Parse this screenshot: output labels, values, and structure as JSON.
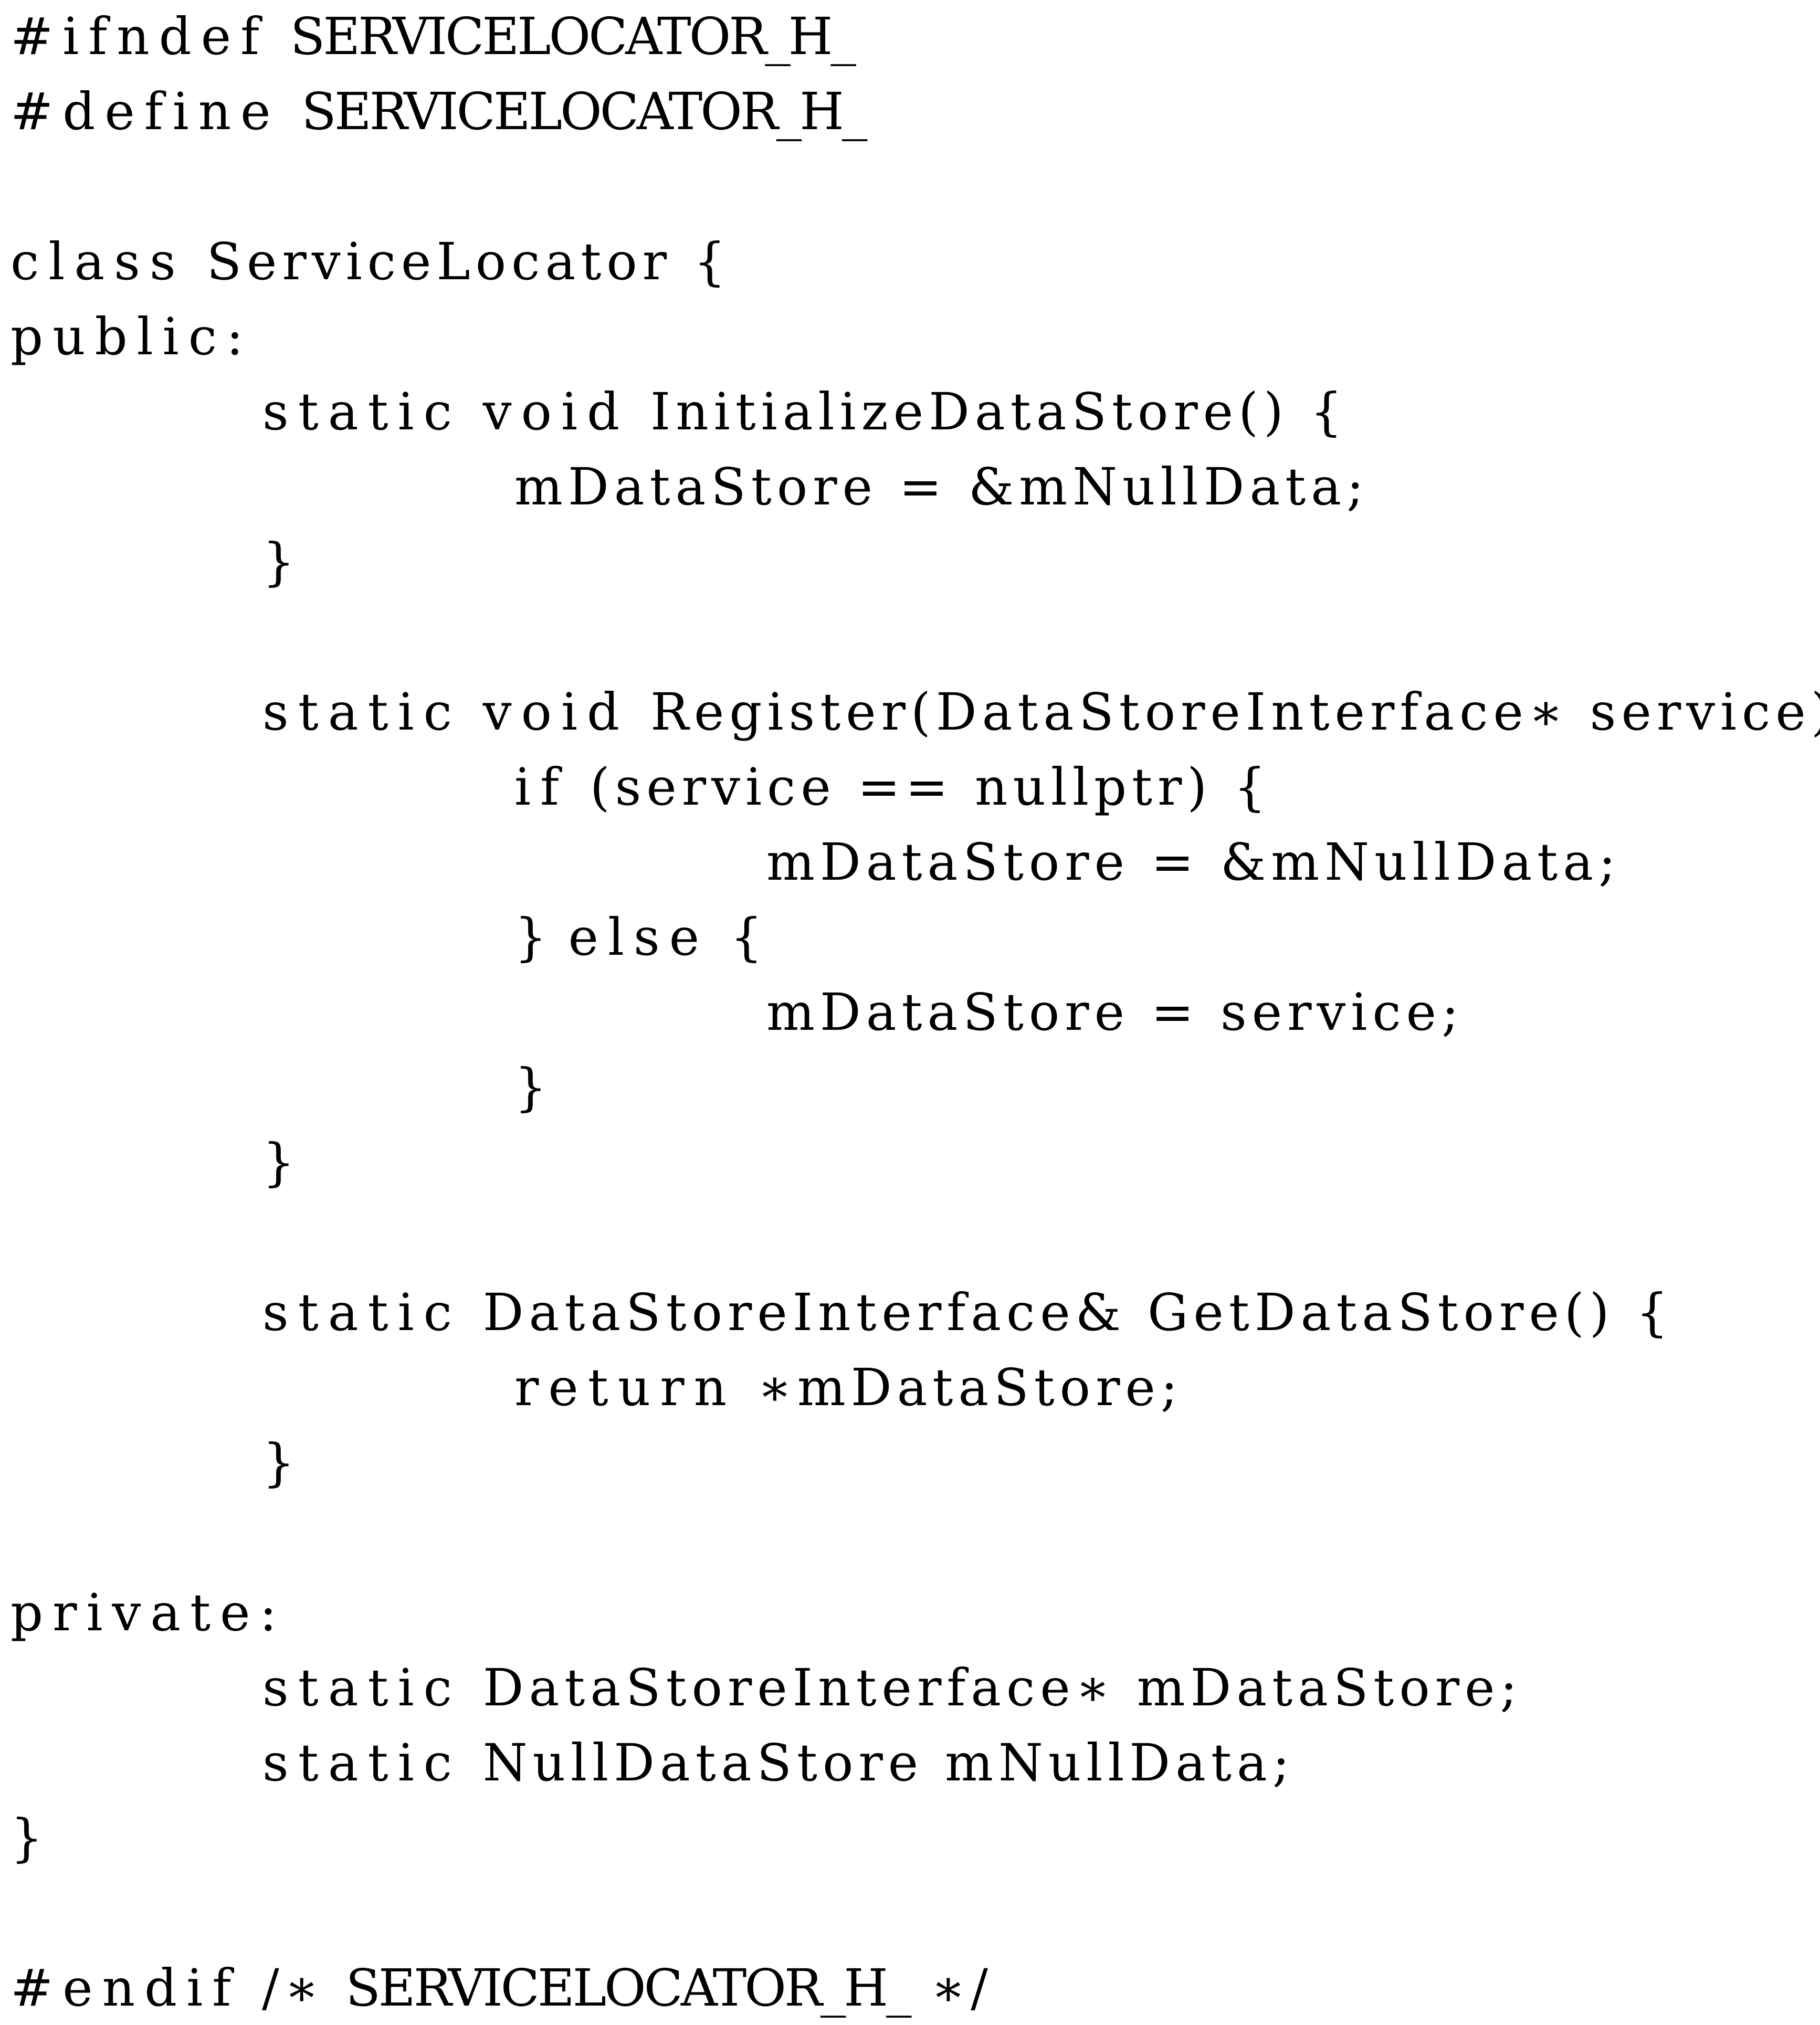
{
  "lines": [
    {
      "text": "#ifndef SERVICELOCATOR_H_",
      "indent": 0
    },
    {
      "text": "#define SERVICELOCATOR_H_",
      "indent": 0
    },
    {
      "text": "",
      "indent": 0
    },
    {
      "text": "class ServiceLocator {",
      "indent": 0
    },
    {
      "text": "public:",
      "indent": 0
    },
    {
      "text": "static void InitializeDataStore() {",
      "indent": 1
    },
    {
      "text": "mDataStore = &mNullData;",
      "indent": 2
    },
    {
      "text": "}",
      "indent": 1
    },
    {
      "text": "",
      "indent": 0
    },
    {
      "text": "static void Register(DataStoreInterface∗ service){",
      "indent": 1
    },
    {
      "text": "if (service == nullptr) {",
      "indent": 2
    },
    {
      "text": "mDataStore = &mNullData;",
      "indent": 3
    },
    {
      "text": "} else {",
      "indent": 2
    },
    {
      "text": "mDataStore = service;",
      "indent": 3
    },
    {
      "text": "}",
      "indent": 2
    },
    {
      "text": "}",
      "indent": 1
    },
    {
      "text": "",
      "indent": 0
    },
    {
      "text": "static DataStoreInterface& GetDataStore() {",
      "indent": 1
    },
    {
      "text": "return ∗mDataStore;",
      "indent": 2
    },
    {
      "text": "}",
      "indent": 1
    },
    {
      "text": "",
      "indent": 0
    },
    {
      "text": "private:",
      "indent": 0
    },
    {
      "text": "static DataStoreInterface∗ mDataStore;",
      "indent": 1
    },
    {
      "text": "static NullDataStore mNullData;",
      "indent": 1
    },
    {
      "text": "}",
      "indent": 0
    },
    {
      "text": "",
      "indent": 0
    },
    {
      "text": "#endif /∗ SERVICELOCATOR_H_ ∗/",
      "indent": 0
    }
  ]
}
